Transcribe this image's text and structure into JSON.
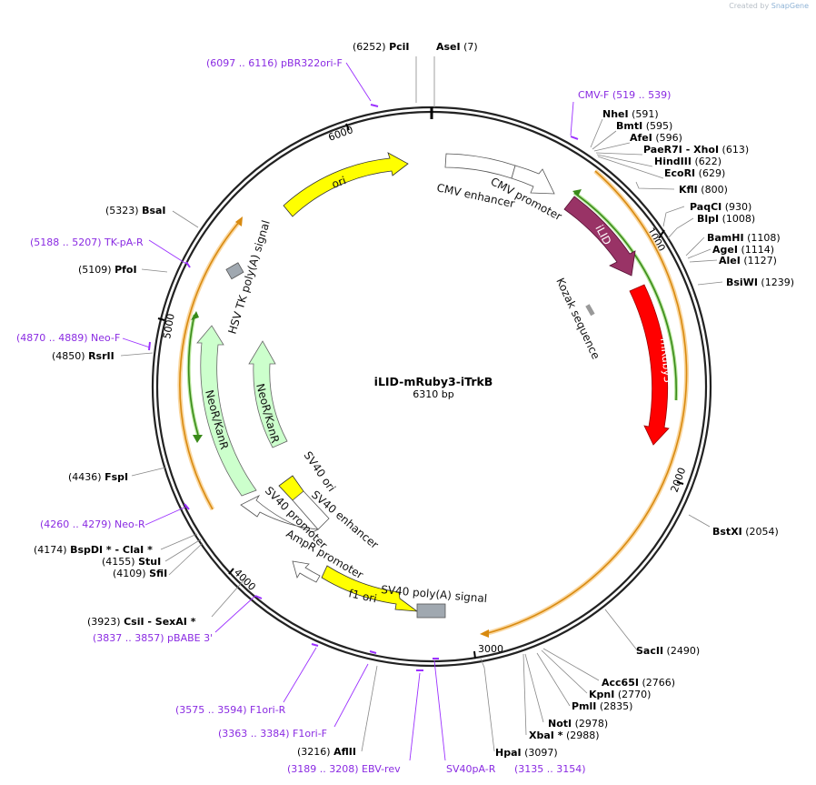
{
  "watermark": {
    "created_by": "Created by",
    "brand": "SnapGene"
  },
  "plasmid": {
    "name": "iLID-mRuby3-iTrkB",
    "size_label": "6310 bp",
    "length": 6310
  },
  "ticks": [
    "1000",
    "2000",
    "3000",
    "4000",
    "5000",
    "6000"
  ],
  "enzymes": [
    {
      "label": [
        "(6252)  ",
        "PciI"
      ],
      "text": "(6252)  PciI"
    },
    {
      "label": "AseI   (7)"
    },
    {
      "label": "NheI   (591)"
    },
    {
      "label": "BmtI   (595)"
    },
    {
      "label": "AfeI   (596)"
    },
    {
      "label": "PaeR7I  - XhoI   (613)"
    },
    {
      "label": "HindIII   (622)"
    },
    {
      "label": "EcoRI   (629)"
    },
    {
      "label": "KflI   (800)"
    },
    {
      "label": "PaqCI   (930)"
    },
    {
      "label": "BlpI   (1008)"
    },
    {
      "label": "BamHI   (1108)"
    },
    {
      "label": "AgeI   (1114)"
    },
    {
      "label": "AleI   (1127)"
    },
    {
      "label": "BsiWI   (1239)"
    },
    {
      "label": "BstXI   (2054)"
    },
    {
      "label": "SacII   (2490)"
    },
    {
      "label": "Acc65I   (2766)"
    },
    {
      "label": "KpnI   (2770)"
    },
    {
      "label": "PmlI   (2835)"
    },
    {
      "label": "NotI   (2978)"
    },
    {
      "label": "XbaI *   (2988)"
    },
    {
      "label": "HpaI   (3097)"
    },
    {
      "label": "(3216)   AflII"
    },
    {
      "label": "(3923)   CsiI   - SexAI *"
    },
    {
      "label": "(4109)   SfiI"
    },
    {
      "label": "(4155)   StuI"
    },
    {
      "label": "(4174)   BspDI *  - ClaI *"
    },
    {
      "label": "(4436)   FspI"
    },
    {
      "label": "(4850)   RsrII"
    },
    {
      "label": "(5109)   PfoI"
    },
    {
      "label": "(5323)   BsaI"
    }
  ],
  "primers": [
    {
      "label": "(6097 .. 6116)  pBR322ori-F"
    },
    {
      "label": "CMV-F     (519 .. 539)"
    },
    {
      "label": "(5188 .. 5207)  TK-pA-R"
    },
    {
      "label": "(4870 .. 4889)  Neo-F"
    },
    {
      "label": "(4260 .. 4279)  Neo-R"
    },
    {
      "label": "(3837 .. 3857)  pBABE 3'"
    },
    {
      "label": "(3575 .. 3594)  F1ori-R"
    },
    {
      "label": "(3363 .. 3384)  F1ori-F"
    },
    {
      "label": "(3189 .. 3208)  EBV-rev"
    },
    {
      "label": "SV40pA-R"
    },
    {
      "label": "(3135 .. 3154)"
    }
  ],
  "features": [
    {
      "label": "ori",
      "color": "#ffff00"
    },
    {
      "label": "CMV enhancer",
      "color": "#ffffff"
    },
    {
      "label": "CMV promoter",
      "color": "#ffffff"
    },
    {
      "label": "iLID",
      "color": "#993366"
    },
    {
      "label": "Kozak sequence",
      "color": "#a0a0a0"
    },
    {
      "label": "mRuby3",
      "color": "#ff0000"
    },
    {
      "label": "HSV TK poly(A) signal",
      "color": "#a0a8b0"
    },
    {
      "label": "NeoR/KanR",
      "color": "#ccffcc"
    },
    {
      "label": "NeoR/KanR",
      "color": "#ccffcc"
    },
    {
      "label": "SV40 ori",
      "color": "#ffff00"
    },
    {
      "label": "SV40 enhancer",
      "color": "#ffffff"
    },
    {
      "label": "SV40 promoter",
      "color": "#ffffff"
    },
    {
      "label": "AmpR promoter",
      "color": "#ffffff"
    },
    {
      "label": "f1 ori",
      "color": "#ffff00"
    },
    {
      "label": "SV40 poly(A) signal",
      "color": "#a0a8b0"
    }
  ]
}
